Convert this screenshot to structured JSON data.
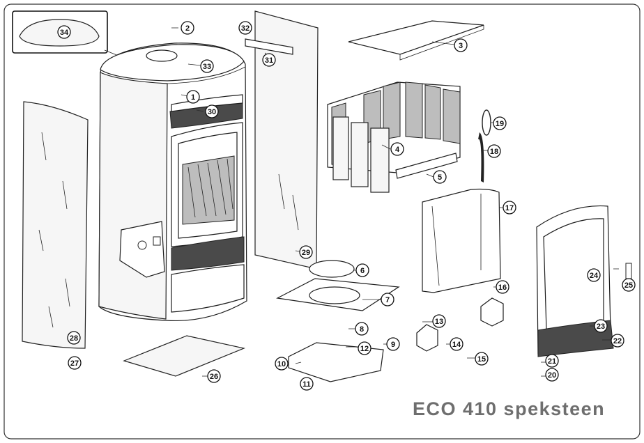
{
  "caption": "ECO 410 speksteen",
  "callouts": [
    {
      "number": "1"
    },
    {
      "number": "2"
    },
    {
      "number": "3"
    },
    {
      "number": "4"
    },
    {
      "number": "5"
    },
    {
      "number": "6"
    },
    {
      "number": "7"
    },
    {
      "number": "8"
    },
    {
      "number": "9"
    },
    {
      "number": "10"
    },
    {
      "number": "11"
    },
    {
      "number": "12"
    },
    {
      "number": "13"
    },
    {
      "number": "14"
    },
    {
      "number": "15"
    },
    {
      "number": "16"
    },
    {
      "number": "17"
    },
    {
      "number": "18"
    },
    {
      "number": "19"
    },
    {
      "number": "20"
    },
    {
      "number": "21"
    },
    {
      "number": "22"
    },
    {
      "number": "23"
    },
    {
      "number": "24"
    },
    {
      "number": "25"
    },
    {
      "number": "26"
    },
    {
      "number": "27"
    },
    {
      "number": "28"
    },
    {
      "number": "29"
    },
    {
      "number": "30"
    },
    {
      "number": "31"
    },
    {
      "number": "32"
    },
    {
      "number": "33"
    },
    {
      "number": "34"
    }
  ]
}
